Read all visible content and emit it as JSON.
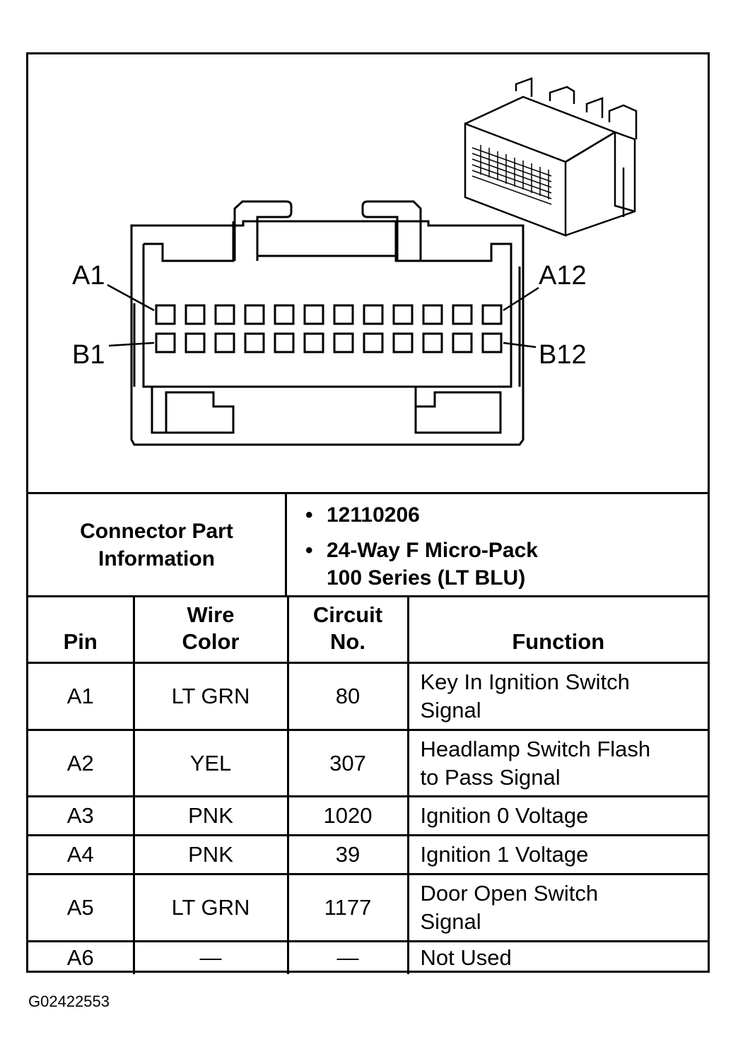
{
  "figure_id": "G02422553",
  "connector_view": {
    "pin_labels": {
      "top_left": "A1",
      "top_right": "A12",
      "bottom_left": "B1",
      "bottom_right": "B12"
    },
    "rows": 2,
    "pins_per_row": 12
  },
  "connector_info": {
    "label_line1": "Connector Part",
    "label_line2": "Information",
    "part_number": "12110206",
    "description_line1": "24-Way F Micro-Pack",
    "description_line2": "100 Series (LT BLU)"
  },
  "table": {
    "headers": {
      "pin": "Pin",
      "wire_color_line1": "Wire",
      "wire_color_line2": "Color",
      "circuit_line1": "Circuit",
      "circuit_line2": "No.",
      "function": "Function"
    },
    "rows": [
      {
        "pin": "A1",
        "wire_color": "LT GRN",
        "circuit": "80",
        "function_line1": "Key In Ignition Switch",
        "function_line2": "Signal"
      },
      {
        "pin": "A2",
        "wire_color": "YEL",
        "circuit": "307",
        "function_line1": "Headlamp Switch Flash",
        "function_line2": "to Pass Signal"
      },
      {
        "pin": "A3",
        "wire_color": "PNK",
        "circuit": "1020",
        "function_line1": "Ignition 0 Voltage",
        "function_line2": ""
      },
      {
        "pin": "A4",
        "wire_color": "PNK",
        "circuit": "39",
        "function_line1": "Ignition 1 Voltage",
        "function_line2": ""
      },
      {
        "pin": "A5",
        "wire_color": "LT GRN",
        "circuit": "1177",
        "function_line1": "Door Open Switch",
        "function_line2": "Signal"
      },
      {
        "pin": "A6",
        "wire_color": "—",
        "circuit": "—",
        "function_line1": "Not Used",
        "function_line2": ""
      }
    ]
  }
}
